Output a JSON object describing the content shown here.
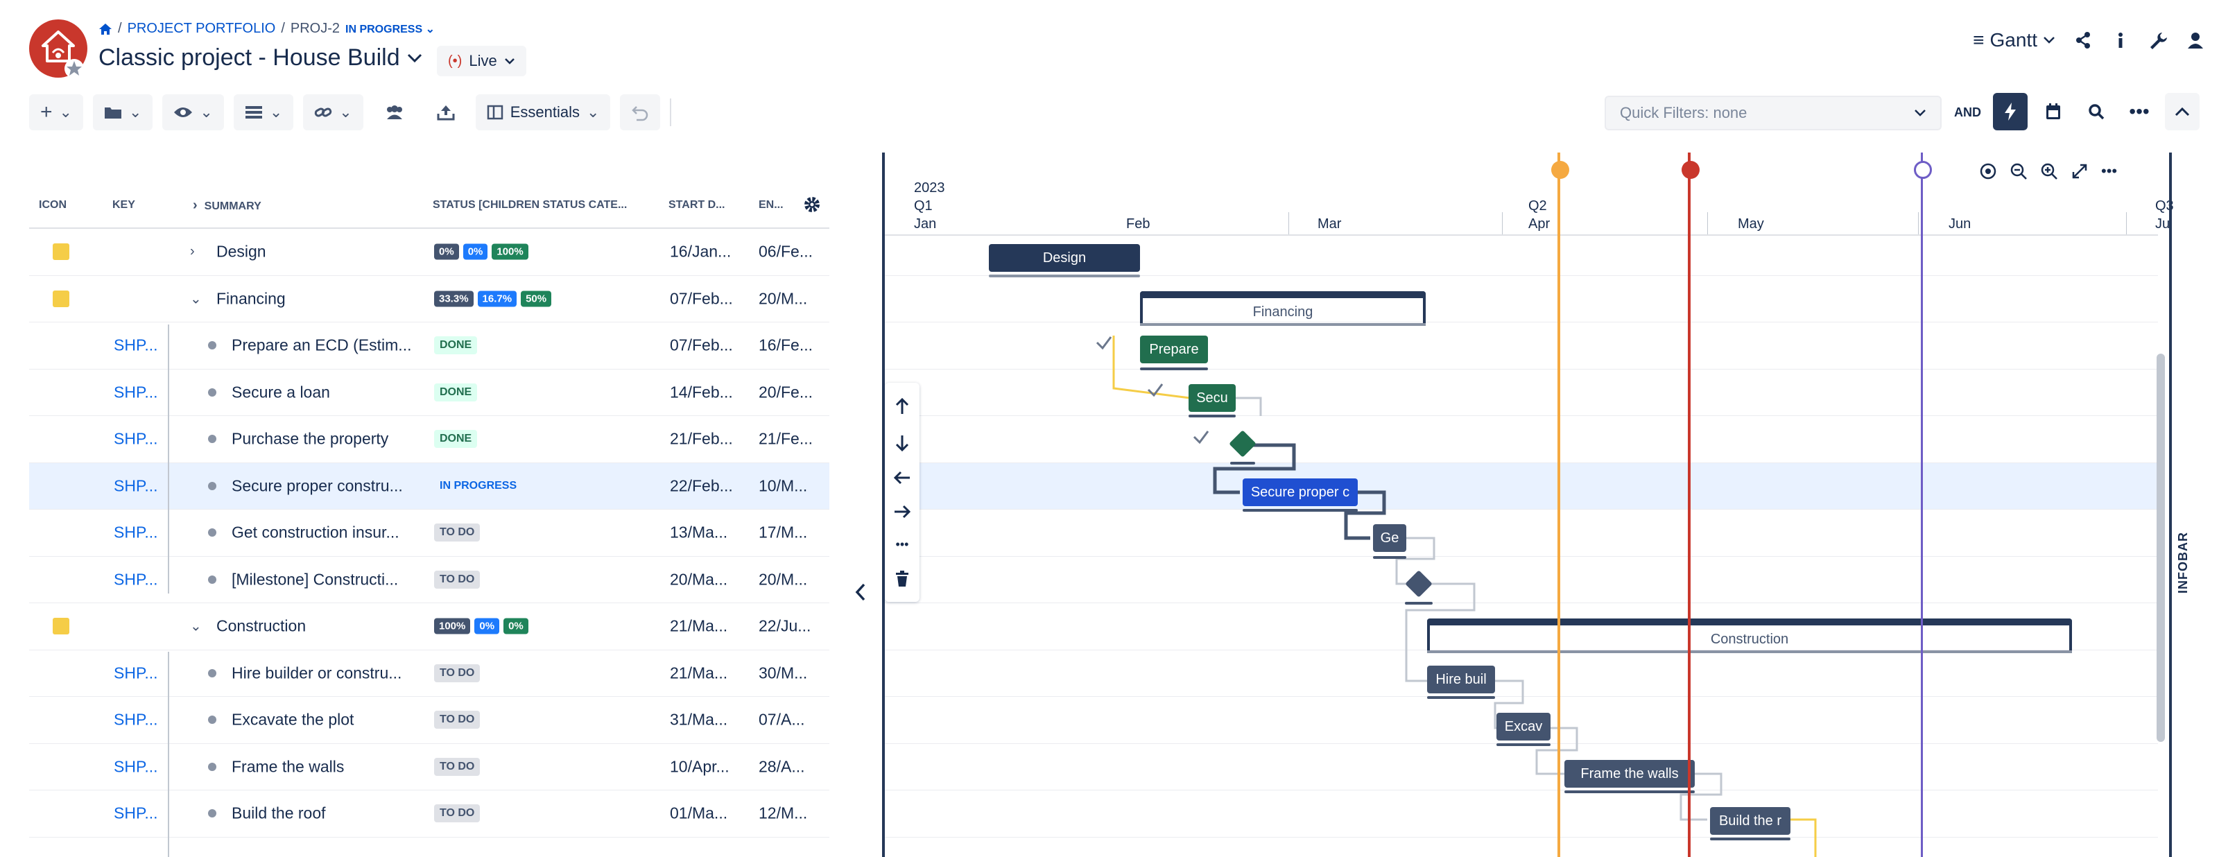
{
  "header": {
    "breadcrumb_portfolio": "PROJECT PORTFOLIO",
    "breadcrumb_sep": "/",
    "breadcrumb_project": "PROJ-2",
    "breadcrumb_status": "IN PROGRESS",
    "title": "Classic project - House Build",
    "live_label": "Live",
    "view_label": "Gantt"
  },
  "toolbar": {
    "essentials_label": "Essentials",
    "quick_filters": "Quick Filters: none",
    "and_label": "AND"
  },
  "columns": {
    "icon": "ICON",
    "key": "KEY",
    "summary": "SUMMARY",
    "status": "STATUS [CHILDREN STATUS CATE...",
    "start": "START D...",
    "end": "EN..."
  },
  "rows": [
    {
      "type": "epic",
      "summary": "Design",
      "expand": ">",
      "badges": [
        "0%",
        "0%",
        "100%"
      ],
      "start": "16/Jan...",
      "end": "06/Fe..."
    },
    {
      "type": "epic",
      "summary": "Financing",
      "expand": "v",
      "badges": [
        "33.3%",
        "16.7%",
        "50%"
      ],
      "start": "07/Feb...",
      "end": "20/M..."
    },
    {
      "type": "task",
      "key": "SHP...",
      "summary": "Prepare an ECD (Estim...",
      "status": "DONE",
      "start": "07/Feb...",
      "end": "16/Fe..."
    },
    {
      "type": "task",
      "key": "SHP...",
      "summary": "Secure a loan",
      "status": "DONE",
      "start": "14/Feb...",
      "end": "20/Fe..."
    },
    {
      "type": "task",
      "key": "SHP...",
      "summary": "Purchase the property",
      "status": "DONE",
      "start": "21/Feb...",
      "end": "21/Fe..."
    },
    {
      "type": "task",
      "key": "SHP...",
      "summary": "Secure proper constru...",
      "status": "IN PROGRESS",
      "start": "22/Feb...",
      "end": "10/M..."
    },
    {
      "type": "task",
      "key": "SHP...",
      "summary": "Get construction insur...",
      "status": "TO DO",
      "start": "13/Ma...",
      "end": "17/M..."
    },
    {
      "type": "task",
      "key": "SHP...",
      "summary": "[Milestone] Constructi...",
      "status": "TO DO",
      "start": "20/Ma...",
      "end": "20/M..."
    },
    {
      "type": "epic",
      "summary": "Construction",
      "expand": "v",
      "badges": [
        "100%",
        "0%",
        "0%"
      ],
      "start": "21/Ma...",
      "end": "22/Ju..."
    },
    {
      "type": "task",
      "key": "SHP...",
      "summary": "Hire builder or constru...",
      "status": "TO DO",
      "start": "21/Ma...",
      "end": "30/M..."
    },
    {
      "type": "task",
      "key": "SHP...",
      "summary": "Excavate the plot",
      "status": "TO DO",
      "start": "31/Ma...",
      "end": "07/A..."
    },
    {
      "type": "task",
      "key": "SHP...",
      "summary": "Frame the walls",
      "status": "TO DO",
      "start": "10/Apr...",
      "end": "28/A..."
    },
    {
      "type": "task",
      "key": "SHP...",
      "summary": "Build the roof",
      "status": "TO DO",
      "start": "01/Ma...",
      "end": "12/M..."
    }
  ],
  "timeline": {
    "year": "2023",
    "quarters": [
      "Q1",
      "Q2",
      "Q3"
    ],
    "months": [
      "Jan",
      "Feb",
      "Mar",
      "Apr",
      "May",
      "Jun",
      "Ju"
    ],
    "bars": {
      "design": "Design",
      "financing": "Financing",
      "prepare": "Prepare",
      "secure_loan": "Secu",
      "secure_proper": "Secure proper c",
      "get_insurance": "Ge",
      "construction": "Construction",
      "hire_builder": "Hire buil",
      "excavate": "Excav",
      "frame_walls": "Frame the walls",
      "build_roof": "Build the r"
    }
  },
  "infobar_label": "INFOBAR",
  "colors": {
    "brand": "#c9372c",
    "accent": "#0052cc",
    "done": "#216e4e",
    "in_progress": "#1f4fd1",
    "todo": "#44546f",
    "marker_orange": "#f5a941",
    "marker_red": "#c9372c",
    "marker_purple": "#6e5dc6"
  }
}
